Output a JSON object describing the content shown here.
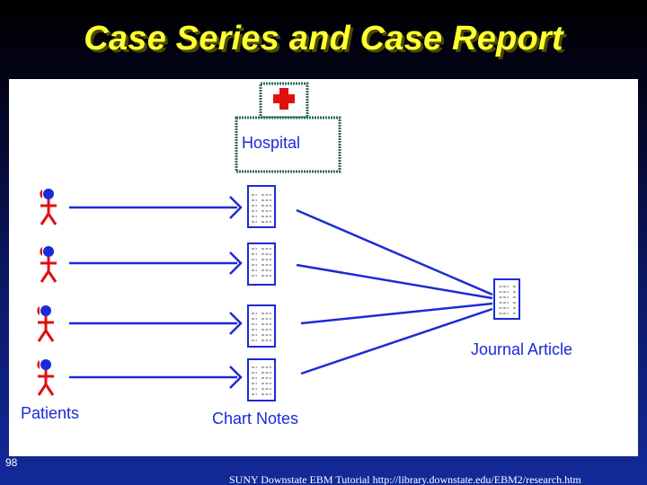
{
  "slide": {
    "title": "Case Series and Case Report",
    "slide_number": "98",
    "footer": "SUNY Downstate EBM Tutorial http://library.downstate.edu/EBM2/research.htm"
  },
  "diagram": {
    "hospital_label": "Hospital",
    "patients_label": "Patients",
    "chart_notes_label": "Chart Notes",
    "journal_article_label": "Journal Article"
  },
  "colors": {
    "title": "#ffff33",
    "arrow": "#1a2bd6",
    "figure_head": "#1a2bd6",
    "figure_body": "#e01010",
    "hospital_cross": "#e01010",
    "label_text": "#1a2bd6",
    "hospital_box": "#2e6b5a"
  },
  "icons": {
    "patient": "person-icon",
    "chart_note": "document-icon",
    "hospital": "red-cross-icon"
  }
}
